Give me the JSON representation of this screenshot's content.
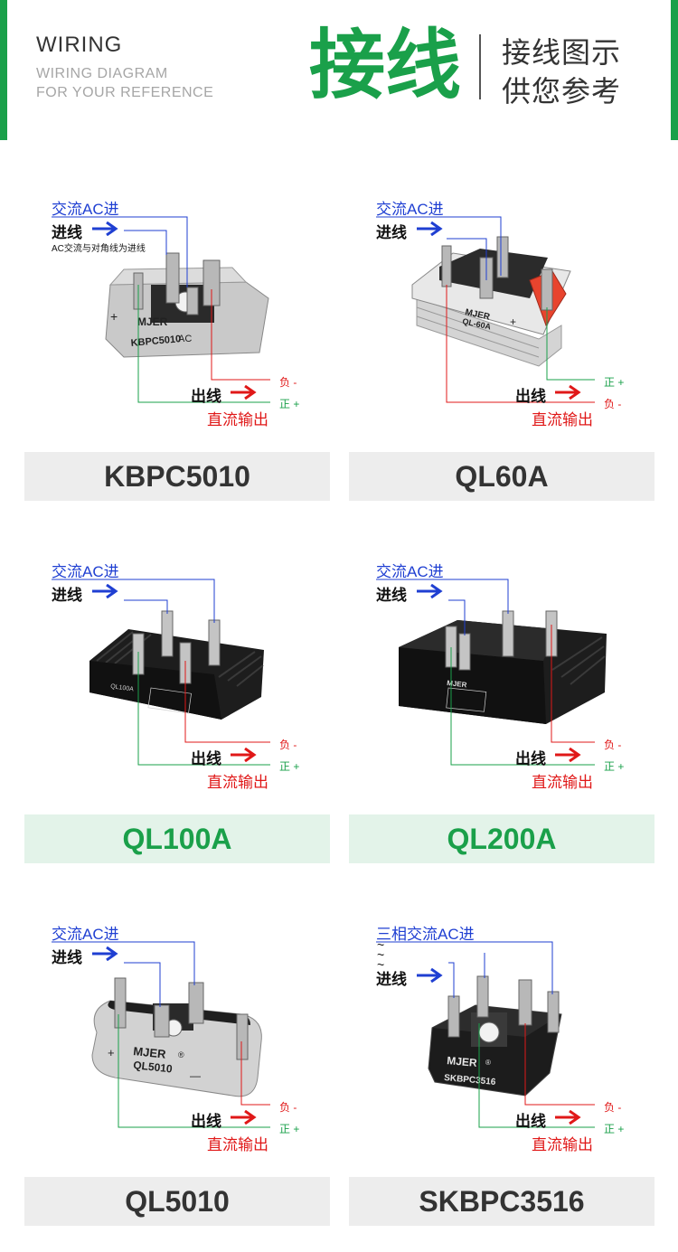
{
  "header": {
    "title_en": "WIRING",
    "subtitle_en_1": "WIRING DIAGRAM",
    "subtitle_en_2": "FOR YOUR REFERENCE",
    "title_cn": "接线",
    "right_line_1": "接线图示",
    "right_line_2": "供您参考"
  },
  "colors": {
    "accent": "#1aa04a",
    "ac_blue": "#1f3fd2",
    "dc_red": "#e01818"
  },
  "products": [
    {
      "model": "KBPC5010",
      "ac_in": "交流AC进",
      "line_in": "进线",
      "note": "AC交流与对角线为进线",
      "line_out": "出线",
      "dc_out": "直流输出",
      "neg": "负 -",
      "pos": "正 +",
      "marking_brand": "MJER",
      "marking_model": "KBPC5010",
      "marking_ac": "AC",
      "marking_plus": "+"
    },
    {
      "model": "QL60A",
      "ac_in": "交流AC进",
      "line_in": "进线",
      "line_out": "出线",
      "dc_out": "直流输出",
      "pos": "正 +",
      "neg": "负 -",
      "marking_brand": "MJER",
      "marking_model": "QL-60A",
      "marking_plus": "+"
    },
    {
      "model": "QL100A",
      "ac_in": "交流AC进",
      "line_in": "进线",
      "line_out": "出线",
      "dc_out": "直流输出",
      "neg": "负 -",
      "pos": "正 +",
      "marking_model": "QL100A"
    },
    {
      "model": "QL200A",
      "ac_in": "交流AC进",
      "line_in": "进线",
      "line_out": "出线",
      "dc_out": "直流输出",
      "neg": "负 -",
      "pos": "正 +",
      "marking_brand": "MJER"
    },
    {
      "model": "QL5010",
      "ac_in": "交流AC进",
      "line_in": "进线",
      "line_out": "出线",
      "dc_out": "直流输出",
      "neg": "负 -",
      "pos": "正 +",
      "marking_brand": "MJER",
      "marking_reg": "®",
      "marking_model": "QL5010",
      "marking_plus": "+",
      "marking_minus": "—"
    },
    {
      "model": "SKBPC3516",
      "ac_in": "三相交流AC进",
      "line_in": "进线",
      "line_out": "出线",
      "dc_out": "直流输出",
      "neg": "负 -",
      "pos": "正 +",
      "tilde": "~",
      "marking_brand": "MJER",
      "marking_reg": "®",
      "marking_model": "SKBPC3516"
    }
  ]
}
